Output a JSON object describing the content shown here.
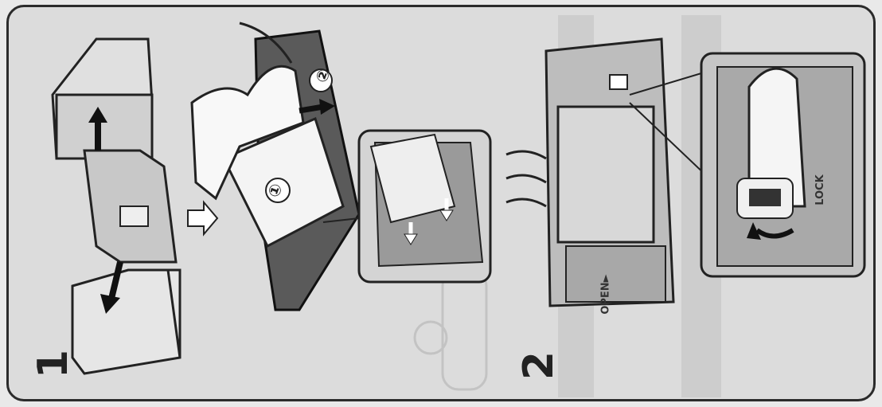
{
  "figure": {
    "step_1": "1",
    "step_2": "2",
    "marker_1": "①",
    "marker_2": "②",
    "lock_label": "LOCK",
    "open_label": "OPEN►"
  },
  "colors": {
    "background": "#dcdcdc",
    "line": "#2b2b2b",
    "device_fill": "#bdbdbd",
    "device_dark": "#7a7a7a"
  }
}
